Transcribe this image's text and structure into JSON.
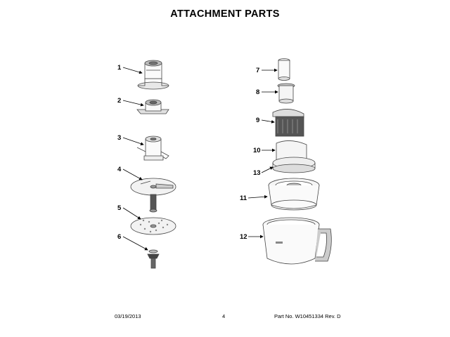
{
  "title": "ATTACHMENT PARTS",
  "callouts": [
    "1",
    "2",
    "3",
    "4",
    "5",
    "6",
    "7",
    "8",
    "9",
    "10",
    "13",
    "11",
    "12"
  ],
  "footer": {
    "date": "03/19/2013",
    "page": "4",
    "part": "Part No. W10451334  Rev. D"
  }
}
